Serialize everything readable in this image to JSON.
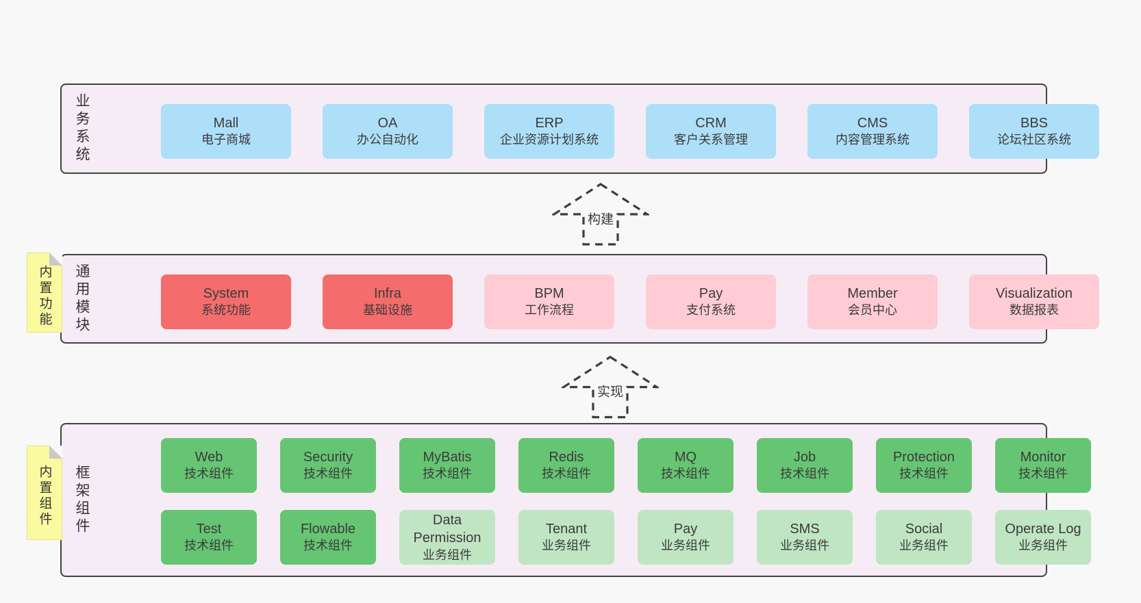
{
  "colors": {
    "page_bg": "#f8f8f8",
    "layer_bg": "#f6ecf5",
    "layer_border": "#424242",
    "blue_box": "#aedff8",
    "red_box": "#f56c6c",
    "pink_box": "#ffccd5",
    "green_box": "#66c573",
    "light_green_box": "#c0e5c2",
    "note_yellow": "#fafaa0",
    "note_fold_gray": "#c9c9c9",
    "text": "#3b3b3b"
  },
  "arrows": [
    {
      "label": "构建"
    },
    {
      "label": "实现"
    }
  ],
  "layers": [
    {
      "label": "业务系统",
      "boxes": [
        {
          "name": "Mall",
          "desc": "电子商城"
        },
        {
          "name": "OA",
          "desc": "办公自动化"
        },
        {
          "name": "ERP",
          "desc": "企业资源计划系统"
        },
        {
          "name": "CRM",
          "desc": "客户关系管理"
        },
        {
          "name": "CMS",
          "desc": "内容管理系统"
        },
        {
          "name": "BBS",
          "desc": "论坛社区系统"
        }
      ]
    },
    {
      "label": "通用模块",
      "note": "内置功能",
      "boxes": [
        {
          "name": "System",
          "desc": "系统功能"
        },
        {
          "name": "Infra",
          "desc": "基础设施"
        },
        {
          "name": "BPM",
          "desc": "工作流程"
        },
        {
          "name": "Pay",
          "desc": "支付系统"
        },
        {
          "name": "Member",
          "desc": "会员中心"
        },
        {
          "name": "Visualization",
          "desc": "数据报表"
        }
      ]
    },
    {
      "label": "框架组件",
      "note": "内置组件",
      "rows": [
        [
          {
            "name": "Web",
            "desc": "技术组件"
          },
          {
            "name": "Security",
            "desc": "技术组件"
          },
          {
            "name": "MyBatis",
            "desc": "技术组件"
          },
          {
            "name": "Redis",
            "desc": "技术组件"
          },
          {
            "name": "MQ",
            "desc": "技术组件"
          },
          {
            "name": "Job",
            "desc": "技术组件"
          },
          {
            "name": "Protection",
            "desc": "技术组件"
          },
          {
            "name": "Monitor",
            "desc": "技术组件"
          }
        ],
        [
          {
            "name": "Test",
            "desc": "技术组件"
          },
          {
            "name": "Flowable",
            "desc": "技术组件"
          },
          {
            "name": "Data Permission",
            "desc": "业务组件"
          },
          {
            "name": "Tenant",
            "desc": "业务组件"
          },
          {
            "name": "Pay",
            "desc": "业务组件"
          },
          {
            "name": "SMS",
            "desc": "业务组件"
          },
          {
            "name": "Social",
            "desc": "业务组件"
          },
          {
            "name": "Operate Log",
            "desc": "业务组件"
          }
        ]
      ]
    }
  ]
}
